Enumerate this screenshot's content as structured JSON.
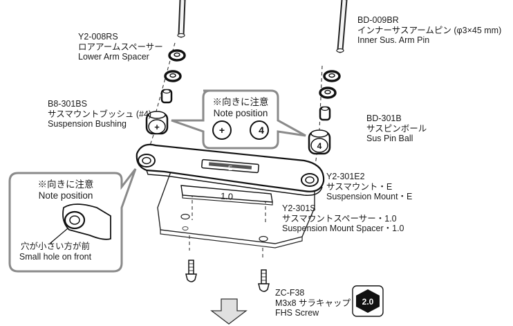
{
  "parts": {
    "y2_008rs": {
      "code": "Y2-008RS",
      "jp": "ロアアームスペーサー",
      "en": "Lower Arm Spacer"
    },
    "b8_301bs": {
      "code": "B8-301BS",
      "jp": "サスマウントブッシュ (#4)",
      "en": "Suspension Bushing"
    },
    "bd_009br": {
      "code": "BD-009BR",
      "jp": "インナーサスアームピン (φ3×45 mm)",
      "en": "Inner Sus. Arm Pin"
    },
    "bd_301b": {
      "code": "BD-301B",
      "jp": "サスピンボール",
      "en": "Sus Pin Ball"
    },
    "y2_301e2": {
      "code": "Y2-301E2",
      "jp": "サスマウント・E",
      "en": "Suspension Mount・E"
    },
    "y2_301s": {
      "code": "Y2-301S",
      "jp": "サスマウントスペーサー・1.0",
      "en": "Suspension Mount Spacer・1.0"
    },
    "zc_f38": {
      "code": "ZC-F38",
      "jp": "M3x8 サラキャップ",
      "en": "FHS Screw"
    }
  },
  "callout_top": {
    "jp": "※向きに注意",
    "en": "Note position",
    "symbol_left": "+",
    "symbol_right": "4"
  },
  "callout_left": {
    "jp": "※向きに注意",
    "en": "Note position",
    "note_jp": "穴が小さい方が前",
    "note_en": "Small hole on front"
  },
  "spacer_marking": "1.0",
  "bushing_marking": "+",
  "ball_marking": "4",
  "mount_marking": "E",
  "tool_badge": "2.0"
}
